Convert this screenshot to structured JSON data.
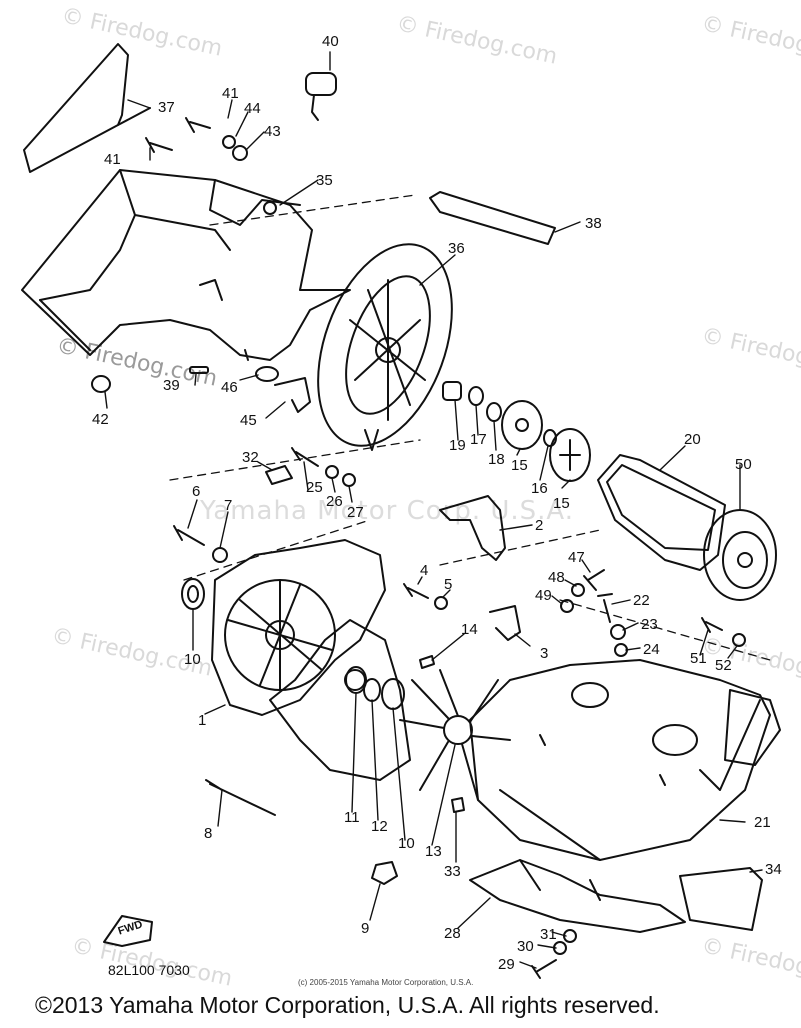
{
  "callouts": [
    "40",
    "41",
    "44",
    "43",
    "37",
    "41",
    "35",
    "38",
    "36",
    "39",
    "46",
    "42",
    "45",
    "19",
    "17",
    "18",
    "15",
    "16",
    "15",
    "20",
    "50",
    "32",
    "25",
    "26",
    "27",
    "6",
    "7",
    "2",
    "10",
    "4",
    "5",
    "47",
    "48",
    "49",
    "22",
    "23",
    "24",
    "3",
    "14",
    "51",
    "52",
    "1",
    "11",
    "12",
    "10",
    "13",
    "33",
    "21",
    "8",
    "9",
    "34",
    "28",
    "31",
    "30",
    "29"
  ],
  "watermark": {
    "text": "© Firedog.com",
    "center_text": "Yamaha Motor Corp. U.S.A."
  },
  "footer": {
    "drawing_code": "82L100 7030",
    "small_copyright": "(c) 2005-2015 Yamaha Motor Corporation, U.S.A.",
    "copyright": "©2013 Yamaha Motor Corporation, U.S.A. All rights reserved."
  },
  "fwd_label": "FWD",
  "colors": {
    "ink": "#111111",
    "watermark": "#d9d9d9",
    "background": "#ffffff"
  }
}
